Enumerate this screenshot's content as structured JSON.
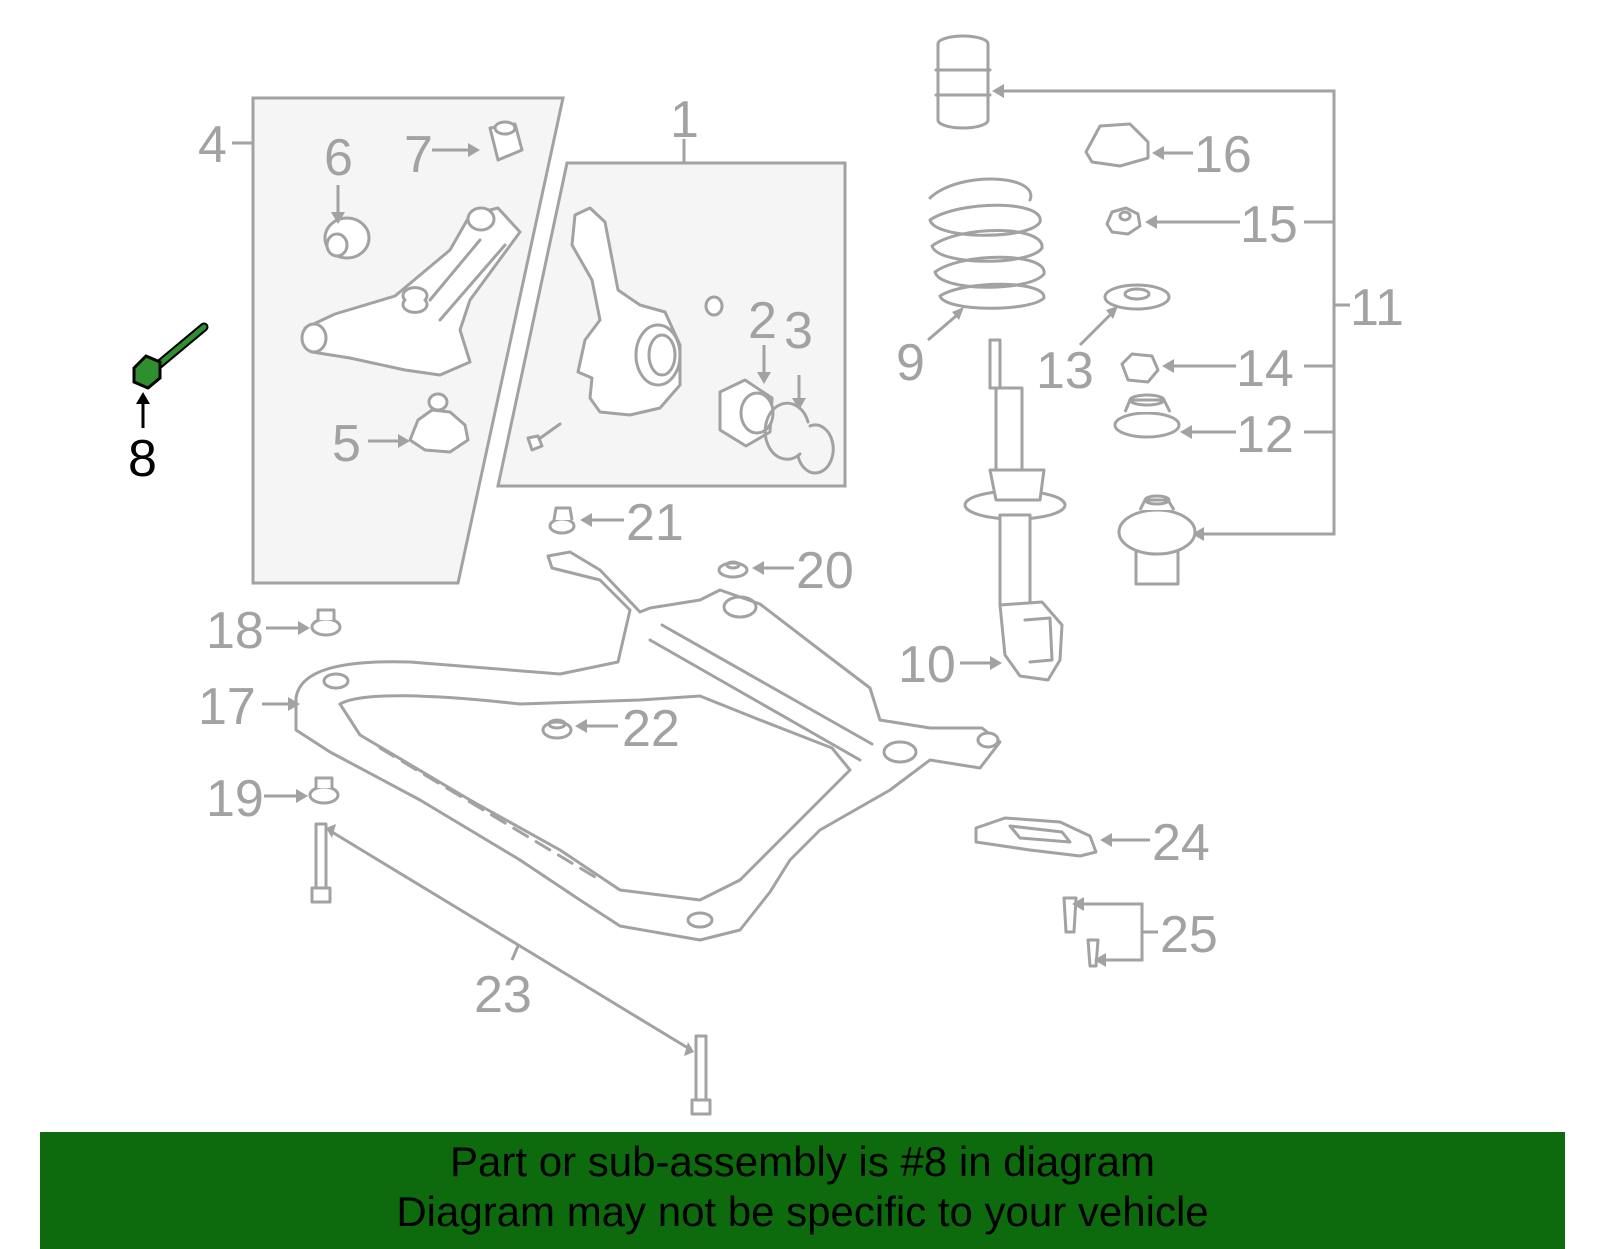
{
  "callouts": {
    "c1": "1",
    "c4": "4",
    "c5": "5",
    "c6": "6",
    "c7": "7",
    "c8": "8",
    "c9": "9",
    "c10": "10",
    "c11": "11",
    "c12": "12",
    "c13": "13",
    "c14": "14",
    "c15": "15",
    "c16": "16",
    "c17": "17",
    "c18": "18",
    "c19": "19",
    "c20": "20",
    "c21": "21",
    "c22": "22",
    "c23": "23",
    "c23b": "23",
    "c2": "2",
    "c24": "24",
    "c25": "25"
  },
  "highlight": {
    "part_number": "8",
    "color": "#0d6b0d"
  },
  "banner": {
    "line1": "Part or sub-assembly is #8 in diagram",
    "line2": "Diagram may not be specific to your vehicle",
    "background": "#0d6b0d"
  },
  "colors": {
    "line": "#a2a2a2",
    "box_fill": "#f5f5f5",
    "highlight_text": "#000000"
  }
}
